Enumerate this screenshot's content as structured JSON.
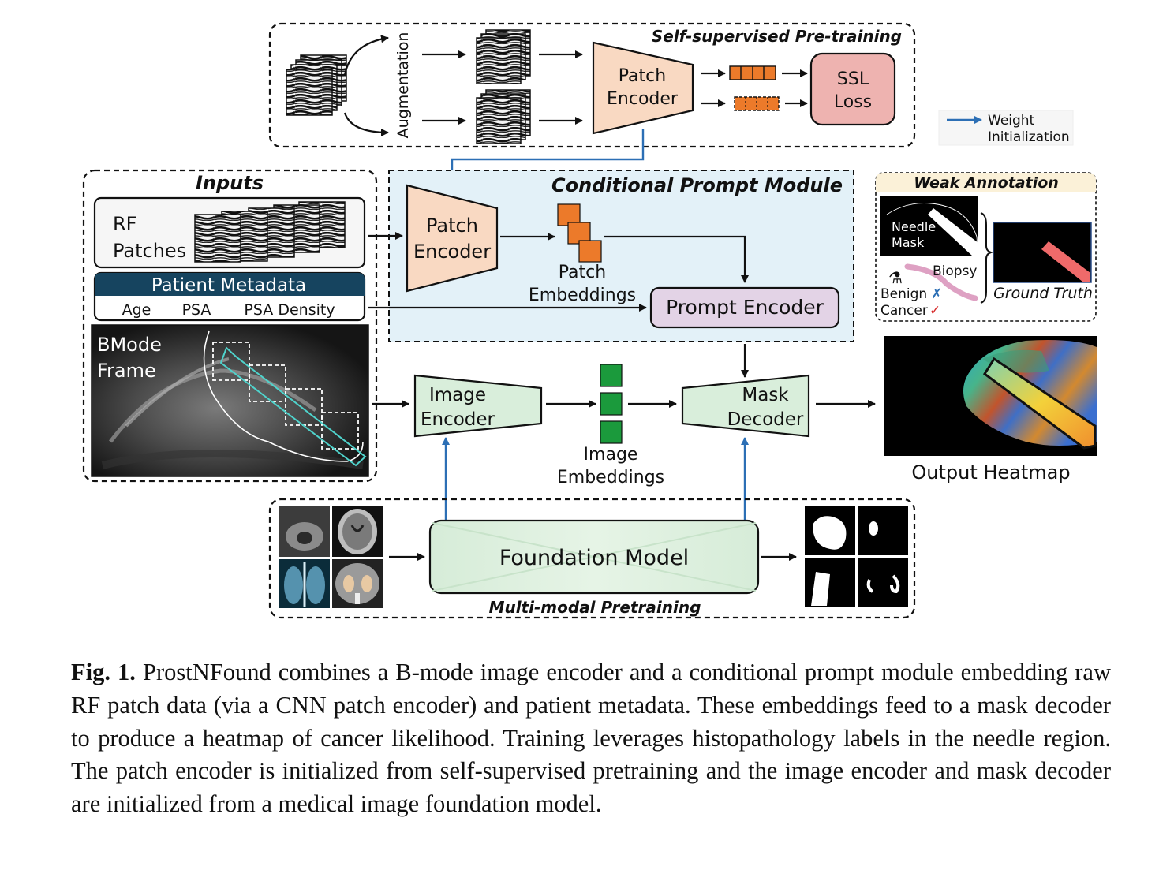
{
  "ssl_section": {
    "title": "Self-supervised Pre-training",
    "augmentation_label": "Augmentation",
    "patch_encoder_label": [
      "Patch",
      "Encoder"
    ],
    "ssl_loss_label": [
      "SSL",
      "Loss"
    ]
  },
  "legend": {
    "weight_init_label": [
      "Weight",
      "Initialization"
    ],
    "arrow_color": "#2c6fb5"
  },
  "inputs": {
    "title": "Inputs",
    "rf_patches_label": [
      "RF",
      "Patches"
    ],
    "patient_metadata_title": "Patient Metadata",
    "metadata_fields": [
      "Age",
      "PSA",
      "PSA Density"
    ],
    "bmode_label": [
      "BMode",
      "Frame"
    ]
  },
  "prompt_module": {
    "title": "Conditional Prompt Module",
    "patch_encoder_label": [
      "Patch",
      "Encoder"
    ],
    "patch_embeddings_label": [
      "Patch",
      "Embeddings"
    ],
    "prompt_encoder_label": "Prompt Encoder"
  },
  "weak_annotation": {
    "title": "Weak Annotation",
    "needle_mask_label": [
      "Needle",
      "Mask"
    ],
    "biopsy_label": "Biopsy",
    "benign_label": "Benign",
    "benign_mark": "✗",
    "cancer_label": "Cancer",
    "cancer_mark": "✓",
    "ground_truth_label": "Ground Truth"
  },
  "main_pipeline": {
    "image_encoder_label": [
      "Image",
      "Encoder"
    ],
    "image_embeddings_label": [
      "Image",
      "Embeddings"
    ],
    "mask_decoder_label": [
      "Mask",
      "Decoder"
    ],
    "output_heatmap_label": "Output Heatmap"
  },
  "foundation_section": {
    "title": "Multi-modal Pretraining",
    "foundation_model_label": "Foundation Model"
  },
  "colors": {
    "encoder_fill": "#f9d9c2",
    "ssl_loss_fill": "#eeb3b0",
    "green_fill": "#d9eedb",
    "prompt_module_fill": "#e3f1f8",
    "prompt_encoder_fill": "#e3d3e6",
    "metadata_header": "#16445f",
    "embedding_orange": "#ec7a2a",
    "embedding_green": "#1b9a3c",
    "weak_annotation_header": "#fbf1d8"
  },
  "caption": {
    "label": "Fig. 1.",
    "text": "ProstNFound combines a B-mode image encoder and a conditional prompt module embedding raw RF patch data (via a CNN patch encoder) and patient metadata. These embeddings feed to a mask decoder to produce a heatmap of cancer likelihood. Training leverages histopathology labels in the needle region. The patch encoder is initialized from self-supervised pretraining and the image encoder and mask decoder are initialized from a medical image foundation model."
  }
}
